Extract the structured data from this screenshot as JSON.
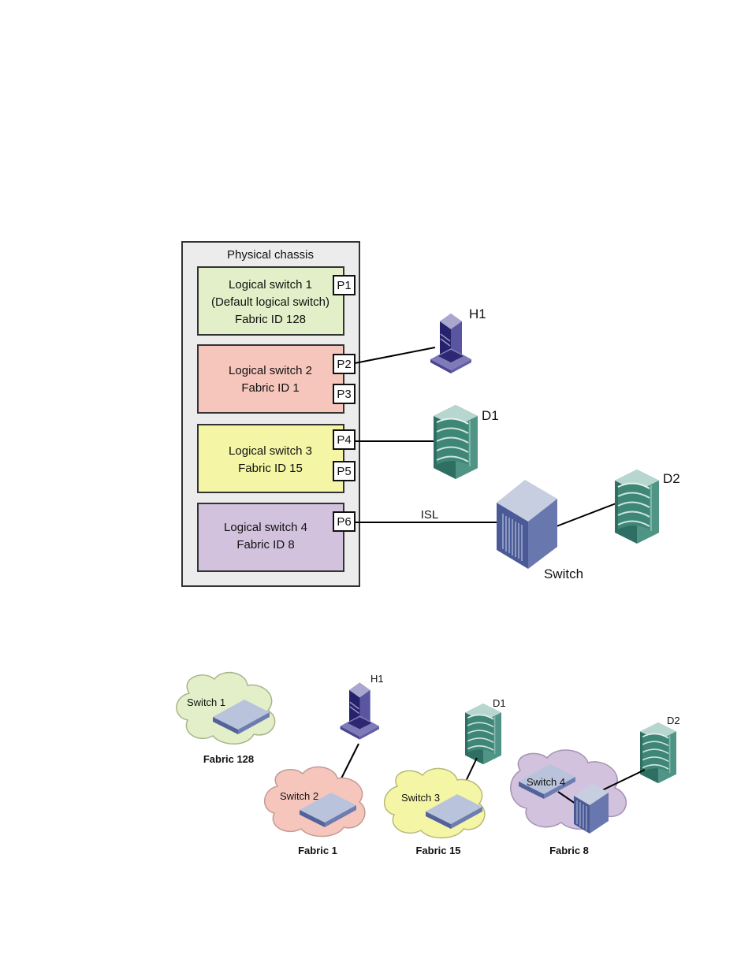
{
  "chassis": {
    "title": "Physical chassis",
    "switches": [
      {
        "line1": "Logical switch 1",
        "line2": "(Default logical switch)",
        "line3": "Fabric ID 128",
        "color": "#e2efc8"
      },
      {
        "line1": "Logical switch 2",
        "line2": "Fabric ID 1",
        "color": "#f6c6bc"
      },
      {
        "line1": "Logical switch 3",
        "line2": "Fabric ID 15",
        "color": "#f4f6a6"
      },
      {
        "line1": "Logical switch 4",
        "line2": "Fabric ID 8",
        "color": "#d2c2de"
      }
    ],
    "ports": [
      "P1",
      "P2",
      "P3",
      "P4",
      "P5",
      "P6"
    ]
  },
  "devices": {
    "h1": "H1",
    "d1": "D1",
    "d2": "D2",
    "switch": "Switch",
    "isl": "ISL"
  },
  "fabrics": [
    {
      "switch": "Switch 1",
      "name": "Fabric 128",
      "color": "#e2efc8"
    },
    {
      "switch": "Switch 2",
      "name": "Fabric 1",
      "color": "#f6c6bc"
    },
    {
      "switch": "Switch 3",
      "name": "Fabric 15",
      "color": "#f4f6a6"
    },
    {
      "switch": "Switch 4",
      "name": "Fabric 8",
      "color": "#d2c2de"
    }
  ],
  "colors": {
    "host_dark": "#2e2a6e",
    "host_light": "#8c88c0",
    "storage": "#3e8676",
    "storage_light": "#a8cfc6",
    "switch_body": "#5a6da0",
    "switch_top": "#c4ccdf"
  }
}
